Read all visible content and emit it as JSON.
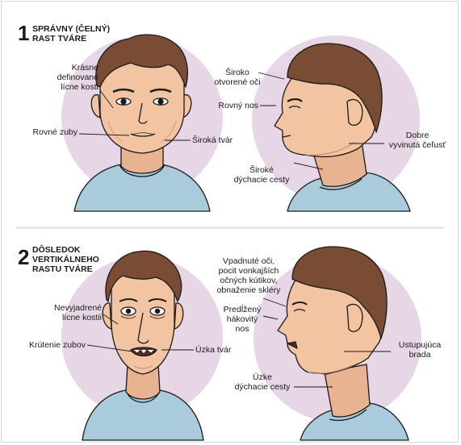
{
  "panel1": {
    "number": "1",
    "title": "SPRÁVNY (ČELNÝ)\nRAST TVÁRE",
    "labels": {
      "cheekbones": "Krásne\ndefinované\nlícne kosti",
      "teeth": "Rovné zuby",
      "face": "Široká tvár",
      "eyes": "Široko\notvorené oči",
      "nose": "Rovný nos",
      "jaw": "Dobre\nvyvinutá čeľusť",
      "airway": "Široké\ndýchacie cesty"
    }
  },
  "panel2": {
    "number": "2",
    "title": "DÔSLEDOK\nVERTIKÁLNEHO\nRASTU TVÁRE",
    "labels": {
      "cheekbones": "Nevyjadrené\nlícne kostii",
      "teeth": "Krútenie zubov",
      "face": "Úzka tvár",
      "eyes": "Vpadnuté oči,\npocit vonkajších\nočných kútikov,\nobnaženie skléry",
      "nose": "Predĺžený\nhákovitý nos",
      "chin": "Ustupujúca\nbrada",
      "airway": "Úzke\ndýchacie cesty"
    }
  },
  "colors": {
    "circle": "#e7d6e6",
    "skin": "#f2c4a2",
    "skin_shadow": "#e3a07c",
    "hair": "#7a4c33",
    "hair_dark": "#5c3522",
    "shirt": "#a9cbdc",
    "shirt_dark": "#86b0c6",
    "line": "#1a1a1a",
    "divider": "#dfe8ee"
  }
}
